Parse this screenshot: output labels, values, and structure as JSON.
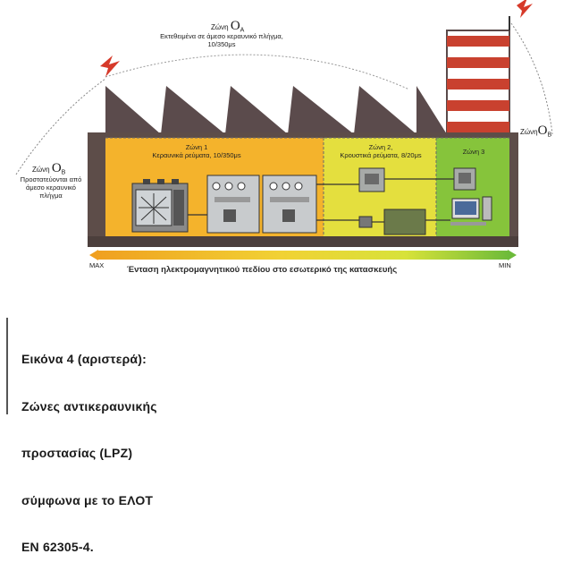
{
  "diagram": {
    "zone_0A": {
      "prefix": "Ζώνη",
      "symbol": "O",
      "subscript": "A",
      "description_line1": "Εκτεθειμένα σε άμεσο κεραυνικό πλήγμα,",
      "description_line2": "10/350μs"
    },
    "zone_0B_left": {
      "prefix": "Ζώνη",
      "symbol": "O",
      "subscript": "B",
      "description_line1": "Προστατεύονται από",
      "description_line2": "άμεσο κεραυνικό",
      "description_line3": "πλήγμα"
    },
    "zone_0B_right": {
      "prefix": "Ζώνη",
      "symbol": "O",
      "subscript": "B"
    },
    "zone_1": {
      "title": "Ζώνη 1",
      "subtitle": "Κεραυνικά ρεύματα, 10/350μs"
    },
    "zone_2": {
      "title": "Ζώνη 2,",
      "subtitle": "Κρουστικά ρεύματα, 8/20μs"
    },
    "zone_3": {
      "title": "Ζώνη 3"
    },
    "scale": {
      "max_label": "MAX",
      "min_label": "MIN",
      "caption": "Ένταση ηλεκτρομαγνητικού πεδίου στο εσωτερικό της κατασκευής"
    },
    "colors": {
      "zone1_fill": "#f4b32c",
      "zone2_fill": "#e8e23a",
      "zone3_fill": "#86c43b",
      "roof": "#5a4a4a",
      "wall": "#6b5a55",
      "chimney_red": "#c9412f",
      "lightning": "#d63a2a"
    }
  },
  "caption": {
    "line1": "Εικόνα 4 (αριστερά):",
    "line2": "Ζώνες αντικεραυνικής",
    "line3": "προστασίας (LPZ)",
    "line4": "σύμφωνα με το ΕΛΟΤ",
    "line5": "ΕΝ 62305-4."
  }
}
